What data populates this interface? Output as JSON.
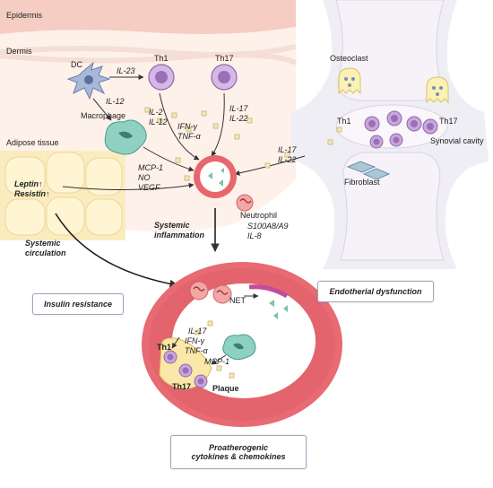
{
  "layers": {
    "epidermis": "Epidermis",
    "dermis": "Dermis",
    "adipose": "Adipose tissue"
  },
  "cells": {
    "dc": "DC",
    "th1_skin": "Th1",
    "th17_skin": "Th17",
    "macrophage": "Macrophage",
    "osteoclast": "Osteoclast",
    "th1_joint": "Th1",
    "th17_joint": "Th17",
    "synovial": "Synovial cavity",
    "fibroblast": "Fibroblast",
    "neutrophil": "Neutrophil",
    "th1_plaque": "Th1",
    "th17_plaque": "Th17",
    "plaque": "Plaque",
    "net": "NET"
  },
  "cytokines": {
    "il23": "IL-23",
    "il12_dc": "IL-12",
    "il2": "IL-2",
    "il12_th1": "IL-12",
    "ifn": "IFN-γ",
    "tnf": "TNF-α",
    "il17": "IL-17",
    "il22": "IL-22",
    "mcp1": "MCP-1",
    "no": "NO",
    "vegf": "VEGF",
    "il17_joint": "IL-17",
    "il22_joint": "IL-22",
    "s100": "S100A8/A9",
    "il8": "IL-8",
    "il17_plaque": "IL-17",
    "ifn_plaque": "IFN-γ",
    "tnf_plaque": "TNF-α",
    "mcp1_plaque": "MCP-1"
  },
  "adipokines": {
    "leptin": "Leptin",
    "resistin": "Resistin"
  },
  "processes": {
    "systemic_1": "Systemic",
    "systemic_2": "inflammation",
    "circ_1": "Systemic",
    "circ_2": "circulation"
  },
  "boxes": {
    "insulin": "Insulin resistance",
    "endothelial": "Endotherial dysfunction",
    "proath_1": "Proatherogenic",
    "proath_2": "cytokines & chemokines"
  },
  "colors": {
    "skin": "#f6d7cf",
    "dermis": "#fbeee6",
    "adipose": "#fbeec0",
    "joint": "#ececf2",
    "vessel": "#e36c73",
    "th": "#c9a6dc",
    "macro": "#7fc7b6",
    "neut": "#ef9a9a"
  }
}
